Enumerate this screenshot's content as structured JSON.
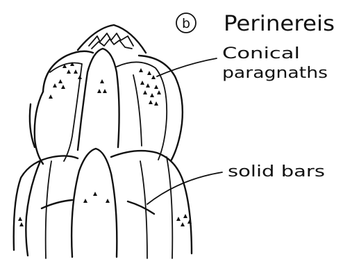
{
  "figure": {
    "panel_letter": "b",
    "title": "Perinereis",
    "labels": {
      "paragnaths_line1": "Conical",
      "paragnaths_line2": "paragnaths",
      "bars": "solid bars"
    }
  },
  "colors": {
    "ink": "#111111",
    "paper": "#ffffff"
  }
}
